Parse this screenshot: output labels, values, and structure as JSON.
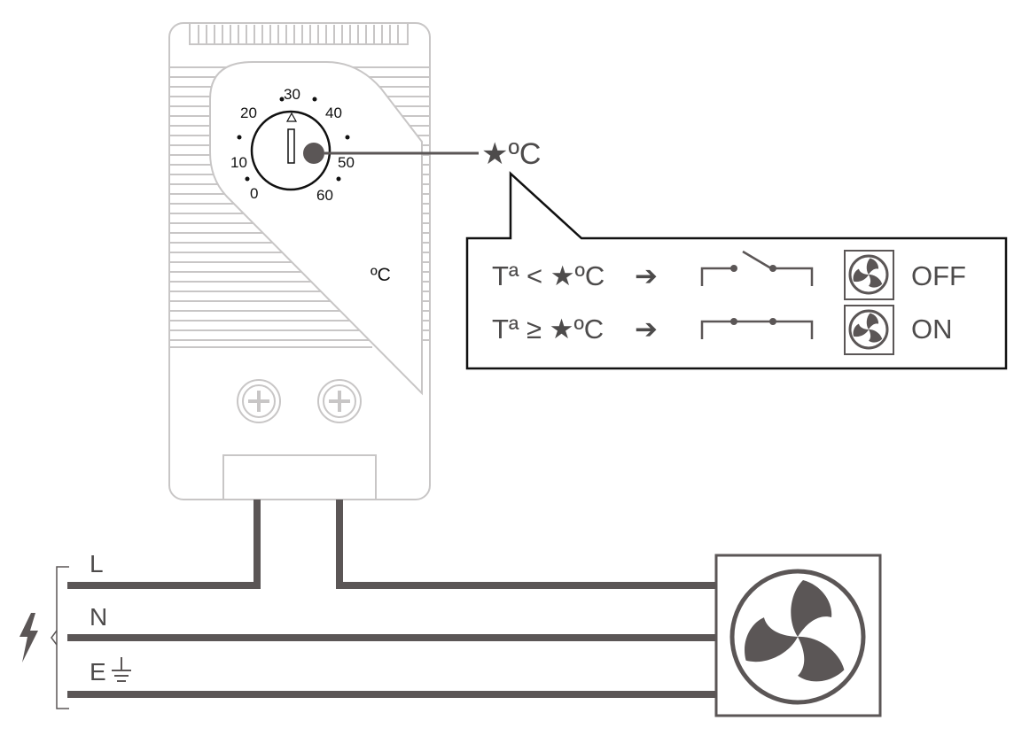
{
  "thermostat": {
    "dial_ticks": [
      "0",
      "10",
      "20",
      "30",
      "40",
      "50",
      "60"
    ],
    "unit_label": "ºC"
  },
  "setpoint_label": "★ºC",
  "legend": {
    "rows": [
      {
        "condition": "Tª < ★ºC",
        "arrow": "➔",
        "contact": "open",
        "fan_state": "OFF"
      },
      {
        "condition": "Tª ≥ ★ºC",
        "arrow": "➔",
        "contact": "closed",
        "fan_state": "ON"
      }
    ]
  },
  "supply": {
    "lines": [
      "L",
      "N",
      "E"
    ],
    "earth_symbol": "⏚"
  },
  "colors": {
    "line": "#5b5656",
    "outline": "#c8c6c6",
    "dark": "#111111",
    "fan": "#5b5656"
  },
  "icons": {
    "fan": "fan-icon",
    "power": "lightning-icon",
    "earth": "ground-icon",
    "screw": "screw-terminal-icon",
    "star": "star-icon",
    "arrow": "arrow-right-icon"
  }
}
